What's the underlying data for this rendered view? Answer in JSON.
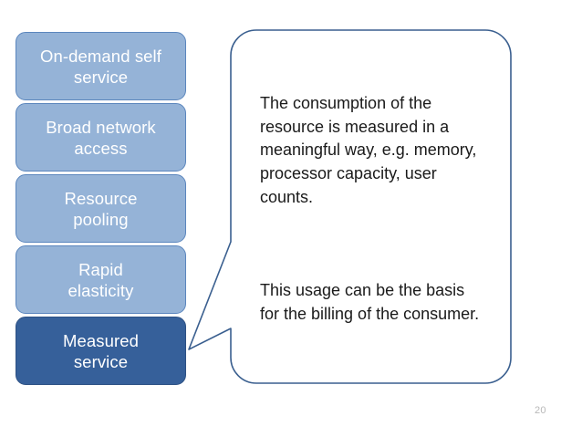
{
  "slide": {
    "background_color": "#ffffff",
    "page_number": "20"
  },
  "characteristics": {
    "name": "cloud-essential-characteristics",
    "colors": {
      "box_light_fill": "#95b3d7",
      "box_light_border": "#5b86bd",
      "box_dark_fill": "#36609a",
      "box_dark_border": "#2d5184",
      "box_text": "#ffffff"
    },
    "items": [
      {
        "label": "On-demand self\nservice",
        "state": "normal"
      },
      {
        "label": "Broad network\naccess",
        "state": "normal"
      },
      {
        "label": "Resource\npooling",
        "state": "normal"
      },
      {
        "label": "Rapid\nelasticity",
        "state": "normal"
      },
      {
        "label": "Measured\nservice",
        "state": "selected"
      }
    ]
  },
  "callout": {
    "name": "measured-service-callout",
    "points_to": "Measured service",
    "border_color": "#3a5f8f",
    "fill_color": "#ffffff",
    "text_color": "#1a1a1a",
    "paragraph_1": "The consumption of the resource is measured in a meaningful way, e.g. memory,  processor capacity, user counts.",
    "paragraph_2": "This usage can be the basis for the billing of the consumer."
  }
}
